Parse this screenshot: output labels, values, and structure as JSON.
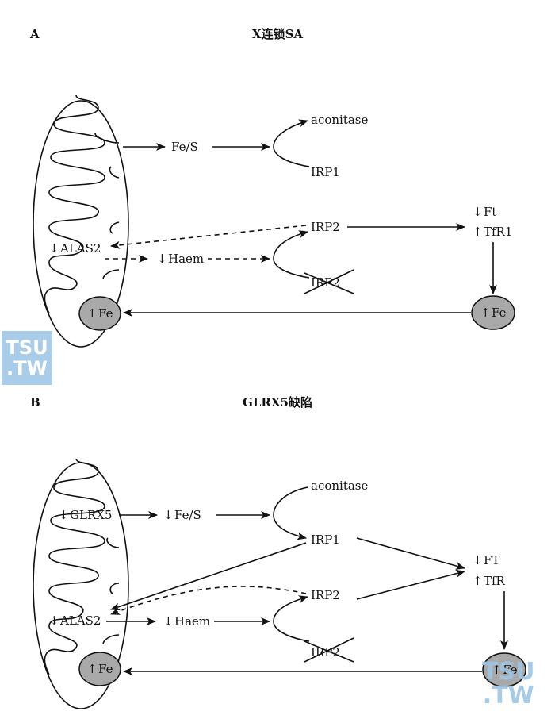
{
  "panel_a": {
    "letter": "A",
    "title": "X连锁SA",
    "aconitase": "aconitase",
    "irp1": "IRP1",
    "fes": "Fe/S",
    "irp2": "IRP2",
    "irp2_crossed": "IRP2",
    "alas2": "ALAS2",
    "haem": "Haem",
    "ft": "Ft",
    "tfr": "TfR1",
    "fe_mito": "Fe",
    "fe_cyto": "Fe"
  },
  "panel_b": {
    "letter": "B",
    "title": "GLRX5缺陷",
    "aconitase": "aconitase",
    "glrx5": "GLRX5",
    "fes": "Fe/S",
    "irp1": "IRP1",
    "irp2": "IRP2",
    "irp2_crossed": "IRP2",
    "alas2": "ALAS2",
    "haem": "Haem",
    "ft": "FT",
    "tfr": "TfR",
    "fe_mito": "Fe",
    "fe_cyto": "Fe"
  },
  "watermark": {
    "line1": "TSU",
    "line2": ".TW"
  },
  "colors": {
    "fe_fill": "#a9a9a9",
    "watermark": "#a9cde8"
  }
}
